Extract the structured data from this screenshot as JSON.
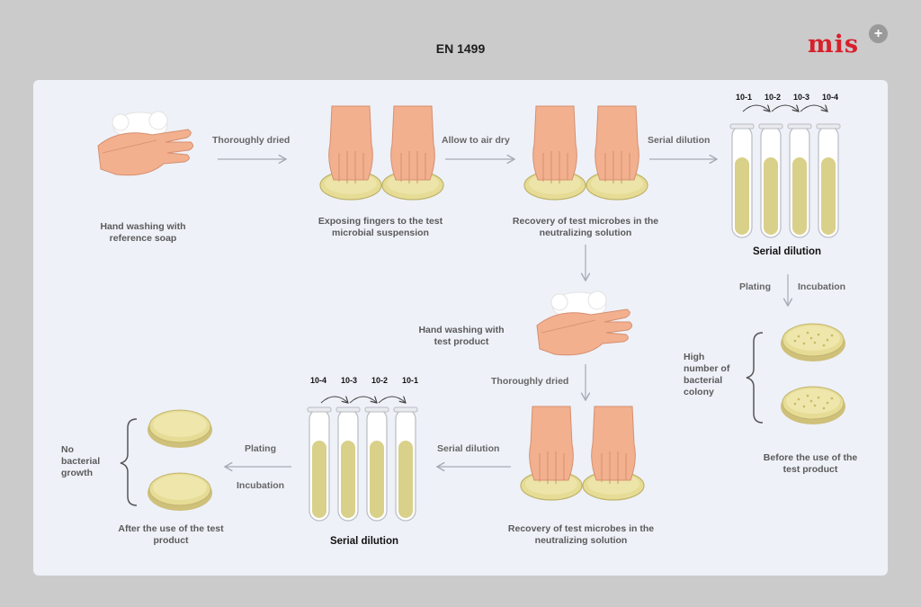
{
  "header": {
    "title": "EN 1499",
    "logo_text": "mis",
    "logo_plus": "+"
  },
  "steps": {
    "wash_ref": "Hand washing with reference soap",
    "expose": "Exposing fingers to the test microbial suspension",
    "recovery_top": "Recovery of test microbes in the neutralizing solution",
    "wash_product": "Hand washing with test product",
    "recovery_bottom": "Recovery of test microbes in the neutralizing solution",
    "after": "After the use of the test product",
    "before": "Before the use of the test product",
    "high_colony": "High number of bacterial colony",
    "no_growth": "No bacterial growth"
  },
  "arrows": {
    "dried1": "Thoroughly dried",
    "air_dry": "Allow to air dry",
    "serial1": "Serial dilution",
    "plating_r": "Plating",
    "incubation_r": "Incubation",
    "dried2": "Thoroughly dried",
    "serial2": "Serial dilution",
    "plating_l": "Plating",
    "incubation_l": "Incubation"
  },
  "headings": {
    "serial_top": "Serial dilution",
    "serial_bottom": "Serial dilution"
  },
  "dilutions_top": [
    "10-1",
    "10-2",
    "10-3",
    "10-4"
  ],
  "dilutions_bottom": [
    "10-4",
    "10-3",
    "10-2",
    "10-1"
  ],
  "colors": {
    "liquid": "#d9d08a",
    "agar": "#e6dc96",
    "skin": "#f2b08f",
    "logo": "#d8202b"
  }
}
